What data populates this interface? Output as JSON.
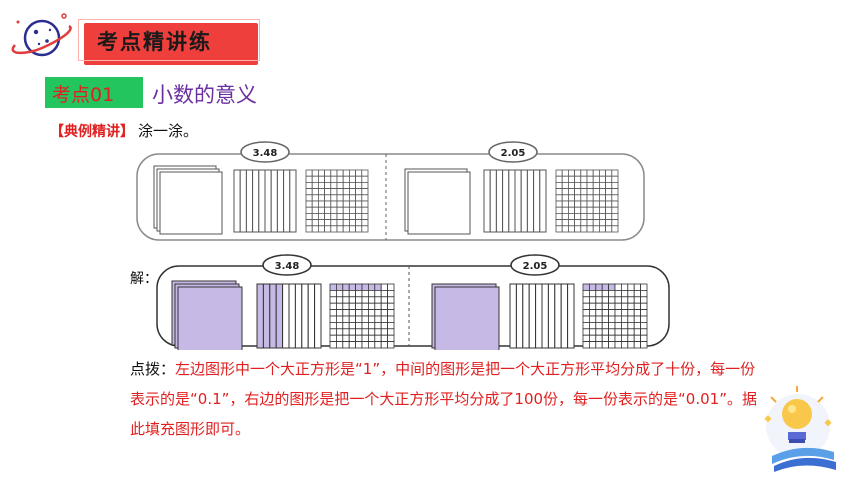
{
  "header": {
    "title": "考点精讲练"
  },
  "section": {
    "badge": "考点01",
    "topic": "小数的意义"
  },
  "example": {
    "tag": "【典例精讲】",
    "instruction": "涂一涂。"
  },
  "question": {
    "left_value": "3.48",
    "right_value": "2.05"
  },
  "answer": {
    "label": "解：",
    "left_value": "3.48",
    "right_value": "2.05",
    "left": {
      "wholes": 3,
      "tenths": 4,
      "hundredths": 8
    },
    "right": {
      "wholes": 2,
      "tenths": 0,
      "hundredths": 5
    }
  },
  "hint": {
    "label": "点拨：",
    "text": "左边图形中一个大正方形是“1”，中间的图形是把一个大正方形平均分成了十份，每一份表示的是“0.1”，右边的图形是把一个大正方形平均分成了100份，每一份表示的是“0.01”。据此填充图形即可。"
  },
  "colors": {
    "accent_red": "#ee3f3c",
    "badge_green": "#22c55e",
    "topic_purple": "#6b2fa0",
    "fill_purple": "#c7b9e6"
  }
}
